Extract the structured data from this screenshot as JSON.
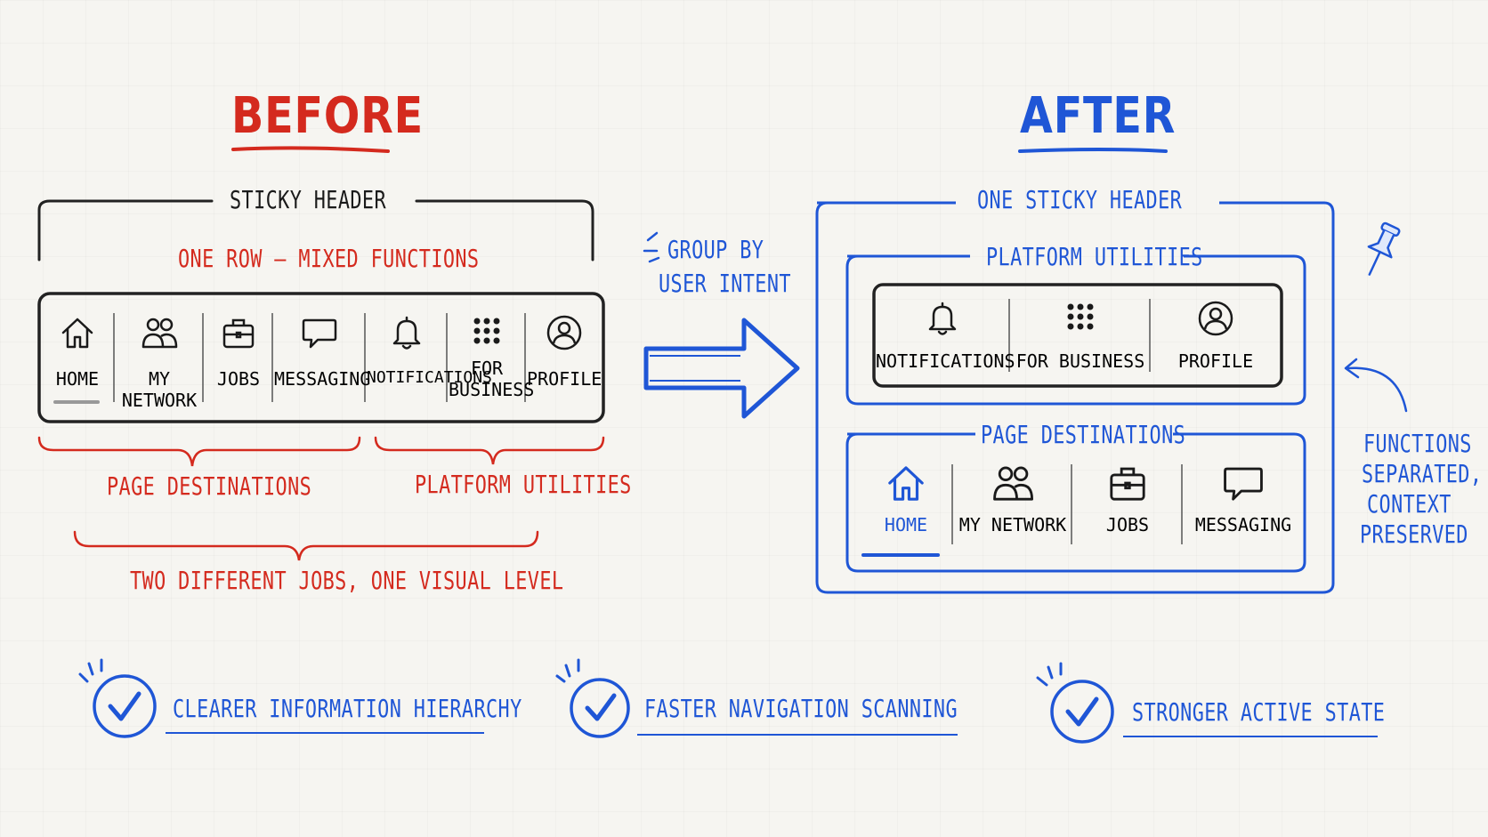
{
  "before": {
    "title": "BEFORE",
    "sticky_header": "STICKY HEADER",
    "row_note": "ONE ROW — MIXED FUNCTIONS",
    "nav_items": [
      {
        "label": "HOME",
        "icon": "home-icon"
      },
      {
        "label": "MY NETWORK",
        "icon": "people-icon"
      },
      {
        "label": "JOBS",
        "icon": "briefcase-icon"
      },
      {
        "label": "MESSAGING",
        "icon": "chat-bubble-icon"
      },
      {
        "label": "NOTIFICATIONS",
        "icon": "bell-icon"
      },
      {
        "label": "FOR",
        "label2": "BUSINESS",
        "icon": "grid-dots-icon"
      },
      {
        "label": "PROFILE",
        "icon": "profile-icon"
      }
    ],
    "group_left": "PAGE DESTINATIONS",
    "group_right": "PLATFORM UTILITIES",
    "summary": "TWO DIFFERENT JOBS, ONE VISUAL LEVEL"
  },
  "arrow_note": {
    "line1": "GROUP BY",
    "line2": "USER INTENT"
  },
  "after": {
    "title": "AFTER",
    "header": "ONE STICKY HEADER",
    "utilities_title": "PLATFORM UTILITIES",
    "utilities": [
      {
        "label": "NOTIFICATIONS",
        "icon": "bell-icon"
      },
      {
        "label": "FOR BUSINESS",
        "icon": "grid-dots-icon"
      },
      {
        "label": "PROFILE",
        "icon": "profile-icon"
      }
    ],
    "destinations_title": "PAGE DESTINATIONS",
    "destinations": [
      {
        "label": "HOME",
        "icon": "home-icon"
      },
      {
        "label": "MY NETWORK",
        "icon": "people-icon"
      },
      {
        "label": "JOBS",
        "icon": "briefcase-icon"
      },
      {
        "label": "MESSAGING",
        "icon": "chat-bubble-icon"
      }
    ]
  },
  "side_note": {
    "line1": "FUNCTIONS",
    "line2": "SEPARATED,",
    "line3": "CONTEXT",
    "line4": "PRESERVED"
  },
  "benefits": [
    {
      "label": "CLEARER INFORMATION HIERARCHY"
    },
    {
      "label": "FASTER NAVIGATION SCANNING"
    },
    {
      "label": "STRONGER ACTIVE STATE"
    }
  ],
  "colors": {
    "before_accent": "#d42a1e",
    "after_accent": "#1f56d6",
    "ink": "#1a1a1a"
  }
}
